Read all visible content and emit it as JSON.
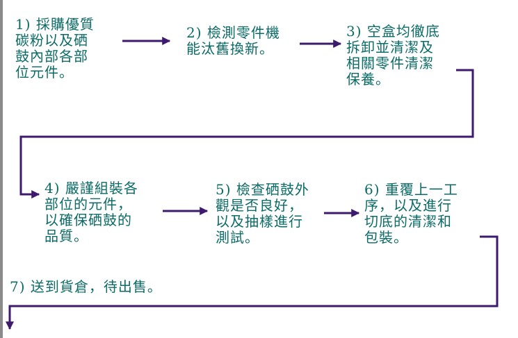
{
  "colors": {
    "text": "#0b6b66",
    "arrow": "#3d1a6e",
    "left_edge": "#8a8a8a"
  },
  "steps": [
    {
      "number": "1)",
      "lines": [
        "1) 採購優質",
        "碳粉以及硒",
        "鼓內部各部",
        "位元件。"
      ]
    },
    {
      "number": "2)",
      "lines": [
        "2) 檢測零件機",
        "能汰舊換新。"
      ]
    },
    {
      "number": "3)",
      "lines": [
        "3) 空盒均徹底",
        "拆卸並清潔及",
        "相關零件清潔",
        "保養。"
      ]
    },
    {
      "number": "4)",
      "lines": [
        "4) 嚴謹組裝各",
        "部位的元件，",
        "以確保硒鼓的",
        "品質。"
      ]
    },
    {
      "number": "5)",
      "lines": [
        "5) 檢查硒鼓外",
        "觀是否良好，",
        "以及抽樣進行",
        "測試。"
      ]
    },
    {
      "number": "6)",
      "lines": [
        "6) 重覆上一工",
        "序，以及進行",
        "切底的清潔和",
        "包裝。"
      ]
    },
    {
      "number": "7)",
      "lines": [
        "7) 送到貨倉，待出售。"
      ]
    }
  ]
}
